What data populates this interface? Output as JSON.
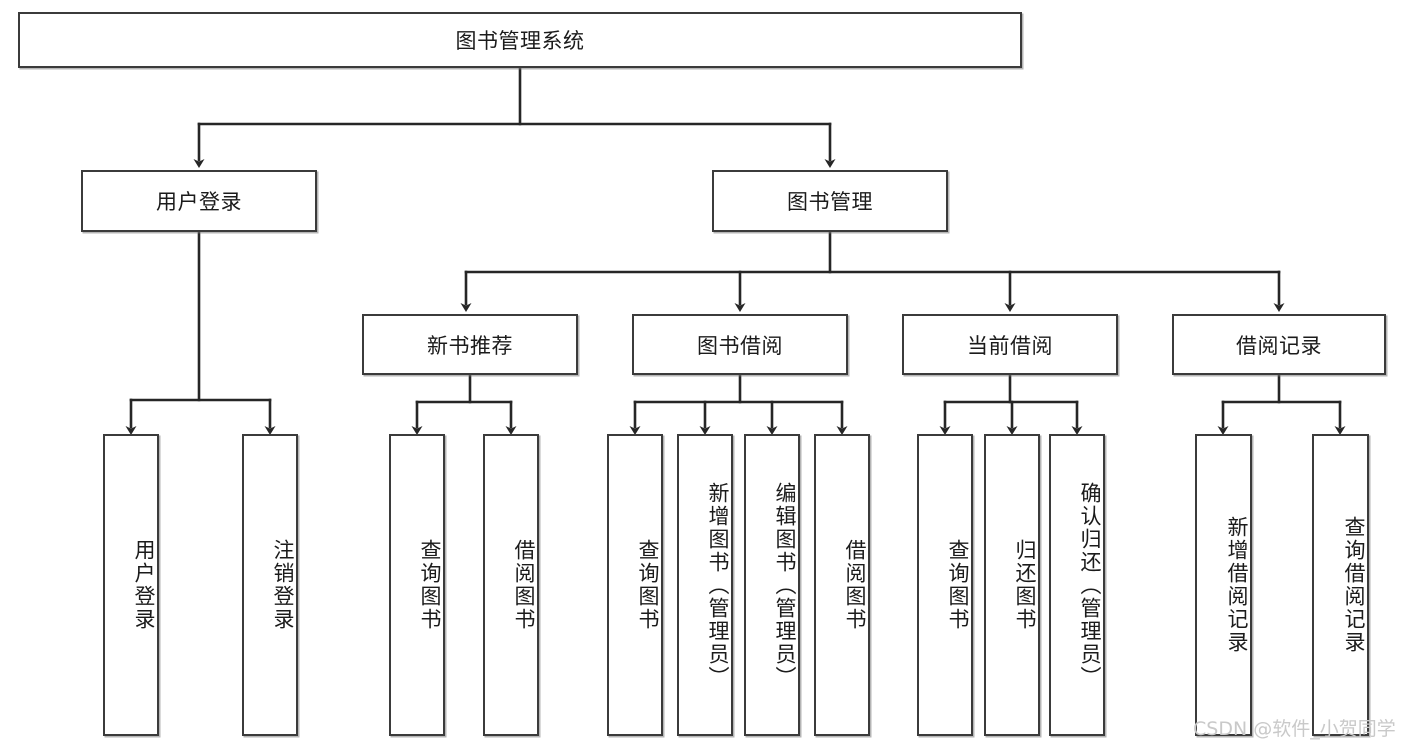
{
  "diagram": {
    "title": "图书管理系统",
    "type": "tree-hierarchy",
    "watermark": "CSDN @软件_小贺同学",
    "colors": {
      "box_border": "#3b3b3b",
      "box_fill": "#ffffff",
      "edge": "#262626",
      "text": "#1b1b1b",
      "watermark": "#c9c9c9"
    },
    "levels": {
      "root": {
        "id": "root",
        "label": "图书管理系统"
      },
      "level2": [
        {
          "id": "user-login",
          "label": "用户登录"
        },
        {
          "id": "book-management",
          "label": "图书管理"
        }
      ],
      "level3": [
        {
          "id": "new-book-recommend",
          "label": "新书推荐",
          "parent": "book-management"
        },
        {
          "id": "book-borrow",
          "label": "图书借阅",
          "parent": "book-management"
        },
        {
          "id": "current-borrow",
          "label": "当前借阅",
          "parent": "book-management"
        },
        {
          "id": "borrow-record",
          "label": "借阅记录",
          "parent": "book-management"
        }
      ],
      "leaves": [
        {
          "id": "leaf-user-login",
          "label": "用户登录",
          "parent": "user-login"
        },
        {
          "id": "leaf-logout-login",
          "label": "注销登录",
          "parent": "user-login"
        },
        {
          "id": "leaf-query-book-1",
          "label": "查询图书",
          "parent": "new-book-recommend"
        },
        {
          "id": "leaf-borrow-book-1",
          "label": "借阅图书",
          "parent": "new-book-recommend"
        },
        {
          "id": "leaf-query-book-2",
          "label": "查询图书",
          "parent": "book-borrow"
        },
        {
          "id": "leaf-add-book",
          "label": "新增图书（管理员）",
          "parent": "book-borrow"
        },
        {
          "id": "leaf-edit-book",
          "label": "编辑图书（管理员）",
          "parent": "book-borrow"
        },
        {
          "id": "leaf-borrow-book-2",
          "label": "借阅图书",
          "parent": "book-borrow"
        },
        {
          "id": "leaf-query-book-3",
          "label": "查询图书",
          "parent": "current-borrow"
        },
        {
          "id": "leaf-return-book",
          "label": "归还图书",
          "parent": "current-borrow"
        },
        {
          "id": "leaf-confirm-return",
          "label": "确认归还（管理员）",
          "parent": "current-borrow"
        },
        {
          "id": "leaf-add-record",
          "label": "新增借阅记录",
          "parent": "borrow-record"
        },
        {
          "id": "leaf-query-record",
          "label": "查询借阅记录",
          "parent": "borrow-record"
        }
      ]
    }
  }
}
